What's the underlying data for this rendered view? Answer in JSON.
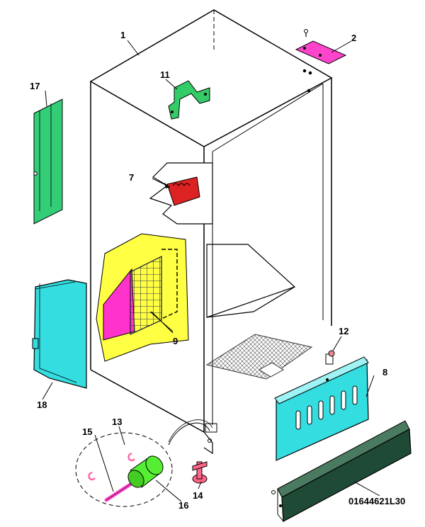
{
  "diagram": {
    "part_number": "01644621L30",
    "callouts": {
      "c1": "1",
      "c2": "2",
      "c7": "7",
      "c8": "8",
      "c9": "9",
      "c11": "11",
      "c12": "12",
      "c13": "13",
      "c14": "14",
      "c15": "15",
      "c16": "16",
      "c17": "17",
      "c18": "18"
    },
    "colors": {
      "line": "#000000",
      "green": "#33cc77",
      "cyan": "#33dde0",
      "magenta": "#ff33cc",
      "red": "#dd2222",
      "yellow": "#ffff44",
      "dark_green": "#1e4a36",
      "motor_green": "#55ee33"
    }
  }
}
